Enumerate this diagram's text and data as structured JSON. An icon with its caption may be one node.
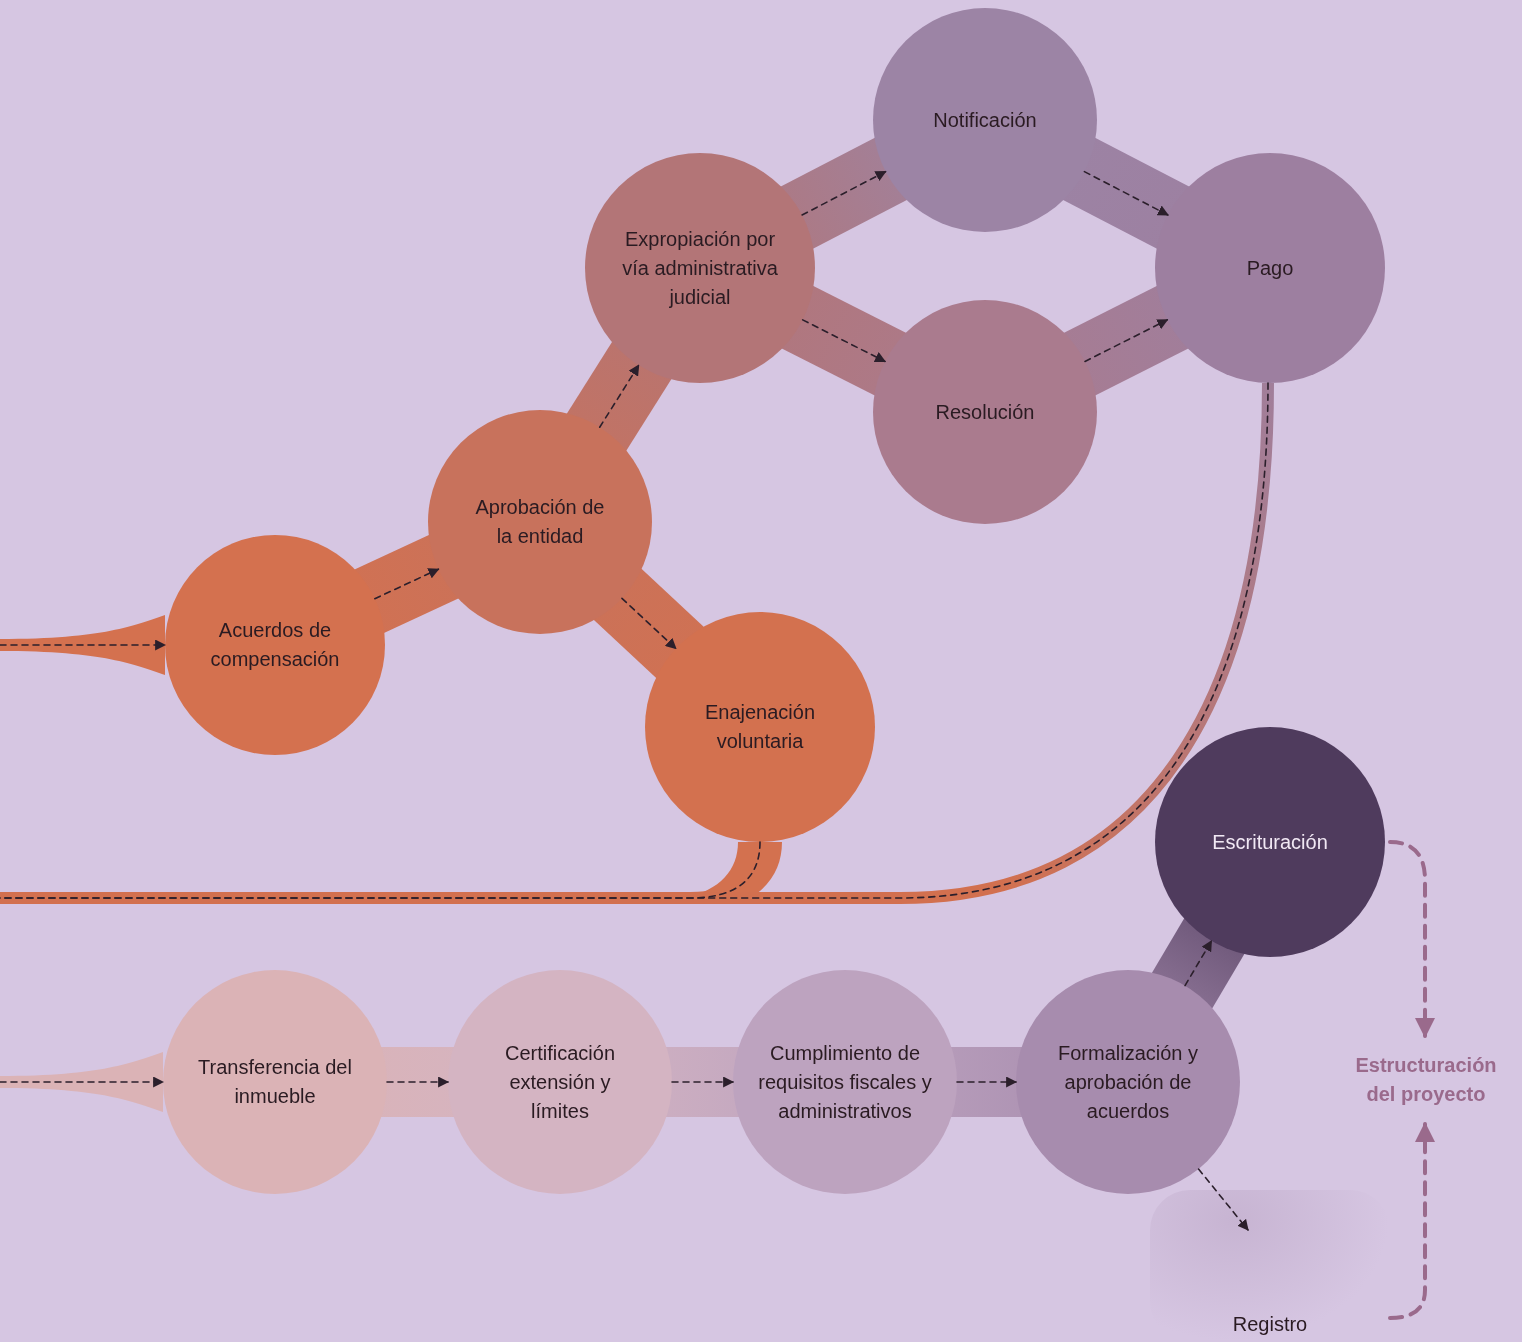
{
  "diagram": {
    "nodes": [
      {
        "text": [
          "Acuerdos de compensación"
        ]
      },
      {
        "text": [
          "Aprobación de la entidad"
        ]
      },
      {
        "text": [
          "Expropiación por vía administrativa judicial"
        ]
      },
      {
        "text": [
          "Notificación"
        ]
      },
      {
        "text": [
          "Resolución"
        ]
      },
      {
        "text": [
          "Pago"
        ]
      },
      {
        "text": [
          "Enajenación voluntaria"
        ]
      },
      {
        "text": [
          "Transferencia del inmueble"
        ]
      },
      {
        "text": [
          "Certificación extensión y límites"
        ]
      },
      {
        "text": [
          "Cumplimiento de requisitos fiscales y administrativos"
        ]
      },
      {
        "text": [
          "Formalización y aprobación de acuerdos"
        ]
      },
      {
        "text": [
          "Escrituración"
        ]
      },
      {
        "text": [
          "Registro"
        ]
      },
      {
        "text": [
          "Estructuración del proyecto"
        ]
      }
    ],
    "edges": [
      {
        "from": null,
        "to": 0,
        "arrow": "to",
        "style": "dashed"
      },
      {
        "from": 0,
        "to": 1,
        "arrow": "to",
        "style": "dashed"
      },
      {
        "from": 1,
        "to": 2,
        "arrow": "to",
        "style": "dashed"
      },
      {
        "from": 1,
        "to": 6,
        "arrow": "to",
        "style": "dashed"
      },
      {
        "from": 2,
        "to": 3,
        "arrow": "to",
        "style": "dashed"
      },
      {
        "from": 2,
        "to": 4,
        "arrow": "to",
        "style": "dashed"
      },
      {
        "from": 3,
        "to": 5,
        "arrow": "to",
        "style": "dashed"
      },
      {
        "from": 4,
        "to": 5,
        "arrow": "to",
        "style": "dashed"
      },
      {
        "from": 6,
        "to": null,
        "arrow": "none",
        "style": "dashed"
      },
      {
        "from": 5,
        "to": null,
        "arrow": "none",
        "style": "dashed"
      },
      {
        "from": null,
        "to": 7,
        "arrow": "to",
        "style": "dashed"
      },
      {
        "from": 7,
        "to": 8,
        "arrow": "to",
        "style": "dashed"
      },
      {
        "from": 8,
        "to": 9,
        "arrow": "to",
        "style": "dashed"
      },
      {
        "from": 9,
        "to": 10,
        "arrow": "to",
        "style": "dashed"
      },
      {
        "from": 10,
        "to": 11,
        "arrow": "to",
        "style": "dashed"
      },
      {
        "from": 10,
        "to": 12,
        "arrow": "to",
        "style": "dashed"
      },
      {
        "from": 11,
        "to": 13,
        "arrow": "to",
        "style": "dashed",
        "color": "#9a6a8c"
      },
      {
        "from": 12,
        "to": 13,
        "arrow": "to",
        "style": "dashed",
        "color": "#9a6a8c"
      }
    ]
  }
}
